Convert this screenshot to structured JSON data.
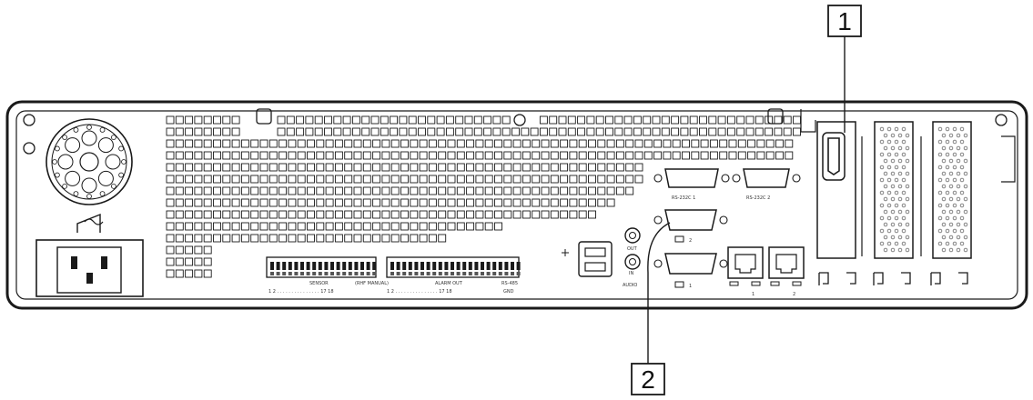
{
  "diagram": {
    "callouts": [
      {
        "label": "1",
        "target": "graphics-card-hdmi-port"
      },
      {
        "label": "2",
        "target": "vga-monitor-port-2"
      }
    ],
    "port_labels": {
      "sensor": "SENSOR",
      "sensor_range": "1 2 . . . . . . . . . . . . . . . 17 18",
      "sensor_manual": "(RHF MANUAL)",
      "alarm_out": "ALARM OUT",
      "alarm_range": "1 2 . . . . . . . . . . . . . . . 17 18",
      "rs485": "RS-485",
      "rs485_sub": "GND",
      "rs232_1": "RS-232C 1",
      "rs232_2": "RS-232C 2",
      "monitor_2": "2",
      "monitor_1": "1",
      "audio": "AUDIO",
      "audio_out": "OUT",
      "audio_in": "IN",
      "lan_1": "1",
      "lan_2": "2"
    },
    "colors": {
      "line": "#1a1a1a",
      "panel": "#ffffff",
      "hatch": "#777777"
    }
  }
}
